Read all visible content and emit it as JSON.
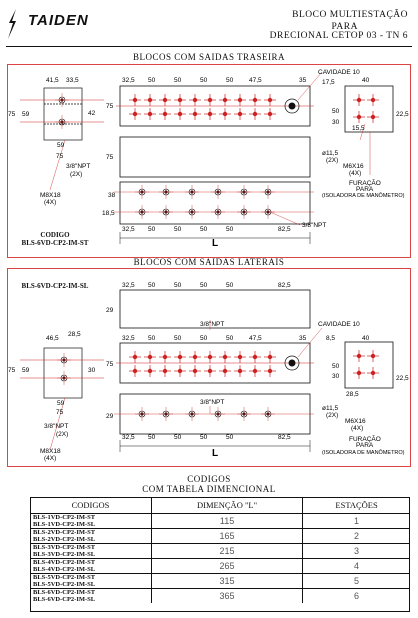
{
  "brand": {
    "name": "TAIDEN"
  },
  "header": {
    "line1": "BLOCO MULTIESTAÇÃO",
    "line2": "PARA",
    "line3": "DRECIONAL CETOP 03 - TN 6"
  },
  "section1": {
    "title": "BLOCOS COM SAIDAS TRASEIRA",
    "code_label": "CODIGO",
    "code": "BLS-6VD-CP2-IM-ST"
  },
  "section2": {
    "title": "BLOCOS COM SAIDAS LATERAIS",
    "code": "BLS-6VD-CP2-IM-SL"
  },
  "labels": {
    "cavidade": "CAVIDADE 10",
    "furacao": "FURAÇÃO",
    "para": "PARA",
    "isoladora": "(ISOLADORA DE MANÔMETRO)",
    "npt": "3/8\"NPT",
    "npt2x": "(2X)",
    "m8": "M8X18",
    "m8x": "(4X)",
    "m6": "M6X16",
    "m6x": "(4X)",
    "phi": "ø11,5",
    "phix": "(2X)",
    "L": "L"
  },
  "dims": {
    "d325": "32,5",
    "d50": "50",
    "d475": "47,5",
    "d35": "35",
    "d825": "82,5",
    "d415": "41,5",
    "d335": "33,5",
    "d465": "46,5",
    "d285": "28,5",
    "d75": "75",
    "d59": "59",
    "d42": "42",
    "d29": "29",
    "d38": "38",
    "d185": "18,5",
    "d175": "17,5",
    "d40": "40",
    "d30": "30",
    "d225": "22,5",
    "d155": "15,5",
    "d85": "8,5"
  },
  "table": {
    "title1": "CODIGOS",
    "title2": "COM TABELA DIMENCIONAL",
    "headers": [
      "CODIGOS",
      "DIMENÇÃO \"L\"",
      "ESTAÇÕES"
    ],
    "rows": [
      {
        "codes": [
          "BLS-1VD-CP2-IM-ST",
          "BLS-1VD-CP2-IM-SL"
        ],
        "L": "115",
        "est": "1"
      },
      {
        "codes": [
          "BLS-2VD-CP2-IM-ST",
          "BLS-2VD-CP2-IM-SL"
        ],
        "L": "165",
        "est": "2"
      },
      {
        "codes": [
          "BLS-3VD-CP2-IM-ST",
          "BLS-3VD-CP2-IM-SL"
        ],
        "L": "215",
        "est": "3"
      },
      {
        "codes": [
          "BLS-4VD-CP2-IM-ST",
          "BLS-4VD-CP2-IM-SL"
        ],
        "L": "265",
        "est": "4"
      },
      {
        "codes": [
          "BLS-5VD-CP2-IM-ST",
          "BLS-5VD-CP2-IM-SL"
        ],
        "L": "315",
        "est": "5"
      },
      {
        "codes": [
          "BLS-6VD-CP2-IM-ST",
          "BLS-6VD-CP2-IM-SL"
        ],
        "L": "365",
        "est": "6"
      }
    ]
  }
}
